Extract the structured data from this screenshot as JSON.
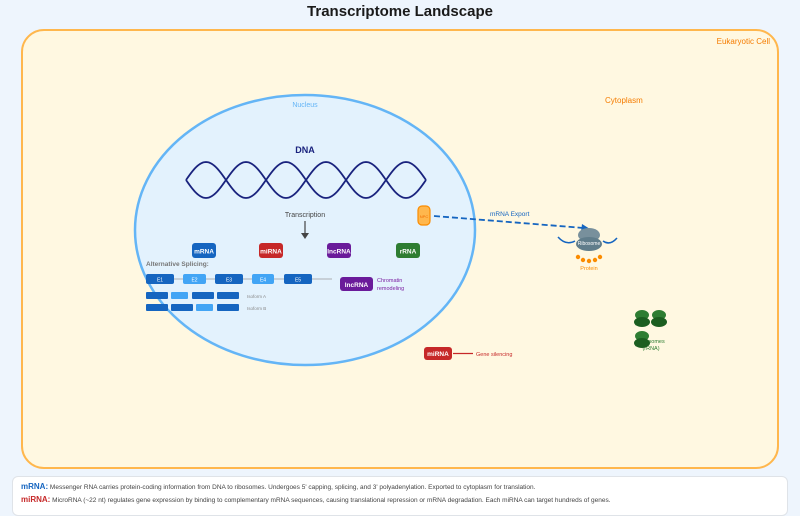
{
  "title": "Transcriptome Landscape",
  "cell": {
    "label": "Eukaryotic Cell",
    "cytoplasm_label": "Cytoplasm"
  },
  "nucleus": {
    "label": "Nucleus",
    "dna_label": "DNA",
    "transcription_label": "Transcription",
    "npc_label": "NPC",
    "rna_types": [
      {
        "label": "mRNA",
        "color": "#1565c0"
      },
      {
        "label": "miRNA",
        "color": "#c62828"
      },
      {
        "label": "lncRNA",
        "color": "#6a1b9a"
      },
      {
        "label": "rRNA",
        "color": "#2e7d32"
      }
    ],
    "splicing": {
      "title": "Alternative Splicing:",
      "exons": [
        "E1",
        "E2",
        "E3",
        "E4",
        "E5"
      ],
      "isoforms": [
        {
          "label": "Isoform A"
        },
        {
          "label": "Isoform B"
        }
      ]
    },
    "lncrna_note": {
      "badge": "lncRNA",
      "text_line1": "Chromatin",
      "text_line2": "remodeling"
    }
  },
  "cytoplasm": {
    "export_label": "mRNA Export",
    "ribosome_label": "Ribosome",
    "protein_label": "Protein",
    "ribosomes_group_label_line1": "Ribosomes",
    "ribosomes_group_label_line2": "(rRNA)",
    "mirna_badge": "miRNA",
    "mirna_effect": "Gene silencing"
  },
  "legend": [
    {
      "term": "mRNA:",
      "color": "#1565c0",
      "text": "Messenger RNA carries protein-coding information from DNA to ribosomes. Undergoes 5' capping, splicing, and 3' polyadenylation. Exported to cytoplasm for translation."
    },
    {
      "term": "miRNA:",
      "color": "#c62828",
      "text": "MicroRNA (~22 nt) regulates gene expression by binding to complementary mRNA sequences, causing translational repression or mRNA degradation. Each miRNA can target hundreds of genes."
    }
  ],
  "colors": {
    "cell_fill": "#fff8e1",
    "cell_border": "#ffb74d",
    "cell_text": "#f57c00",
    "nucleus_fill": "#e3f2fd",
    "nucleus_border": "#64b5f6",
    "dna": "#1a237e",
    "export_arrow": "#1565c0",
    "ribosome": "#78909c",
    "protein": "#fb8c00"
  }
}
